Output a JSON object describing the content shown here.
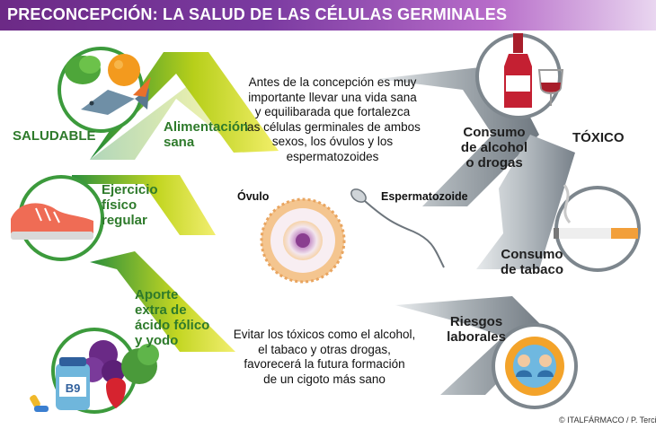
{
  "header": {
    "title": "PRECONCEPCIÓN:  LA SALUD DE LAS CÉLULAS GERMINALES"
  },
  "left": {
    "side_label": "SALUDABLE",
    "items": [
      {
        "lines": [
          "Alimentación",
          "sana"
        ]
      },
      {
        "lines": [
          "Ejercicio",
          "físico",
          "regular"
        ]
      },
      {
        "lines": [
          "Aporte",
          "extra de",
          "ácido fólico",
          "y yodo"
        ]
      }
    ],
    "vitamin_label": "B9"
  },
  "right": {
    "side_label": "TÓXICO",
    "items": [
      {
        "lines": [
          "Consumo",
          "de alcohol",
          "o drogas"
        ]
      },
      {
        "lines": [
          "Consumo",
          "de tabaco"
        ]
      },
      {
        "lines": [
          "Riesgos",
          "laborales"
        ]
      }
    ]
  },
  "center": {
    "top_text": [
      "Antes de la concepción es muy",
      "importante llevar una vida sana",
      "y equilibarada que fortalezca",
      "las células germinales de ambos",
      "sexos, los óvulos y los",
      "espermatozoides"
    ],
    "bottom_text": [
      "Evitar los tóxicos como el alcohol,",
      "el tabaco y otras drogas,",
      "favorecerá  la futura formación",
      "de un cigoto más sano"
    ],
    "ovum_label": "Óvulo",
    "sperm_label": "Espermatozoide"
  },
  "footer": {
    "credit": "© ITALFÁRMACO / P. Terciado"
  },
  "colors": {
    "header": "#6c2a86",
    "green": "#2e7a2b",
    "lime": "#c9d400",
    "grey": "#9aa2a8"
  }
}
